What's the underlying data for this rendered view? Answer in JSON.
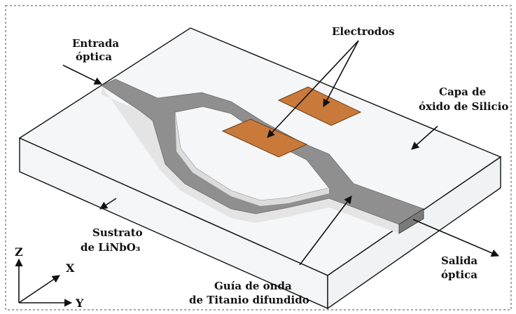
{
  "labels": {
    "input_line1": "Entrada",
    "input_line2": "óptica",
    "electrodes": "Electrodos",
    "oxide_line1": "Capa de",
    "oxide_line2": "óxido de Silicio",
    "substrate_line1": "Sustrato",
    "substrate_line2": "de LiNbO₃",
    "output_line1": "Salida",
    "output_line2": "óptica",
    "waveguide_line1": "Guía de onda",
    "waveguide_line2": "de Titanio difundido",
    "axis_z": "Z",
    "axis_x": "X",
    "axis_y": "Y"
  },
  "colors": {
    "frame": "#8a8a8a",
    "top_surface": "#f4f6f7",
    "side_face": "#f2f4f5",
    "waveguide": "#8f8f8f",
    "waveguide_edge": "#e2e2e2",
    "electrode": "#c97a3a",
    "outline": "#111111"
  }
}
